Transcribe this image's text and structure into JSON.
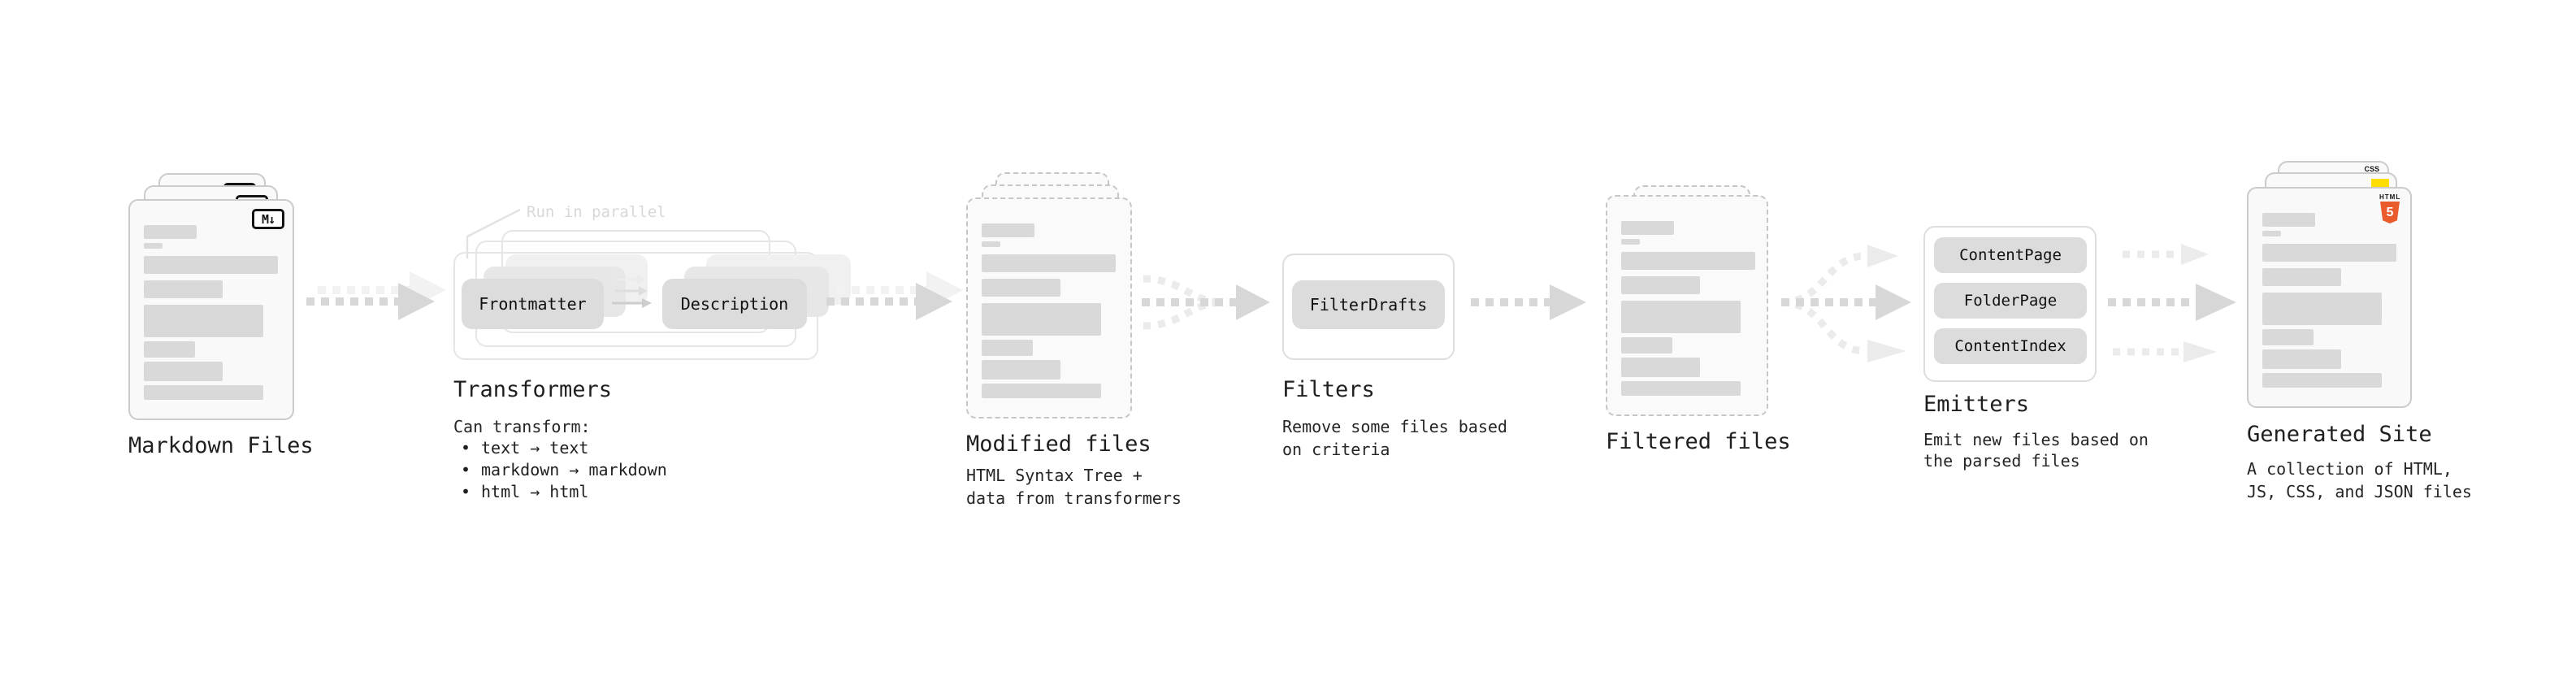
{
  "colors": {
    "ink": "#1f1f1f",
    "bar": "#d9d9d9",
    "card-bg": "#f9f9f9",
    "card-border": "#cbcbcb",
    "dash-border": "#c6c6c6",
    "container-border": "#e5e5e5",
    "box-border": "#dedede",
    "button-bg": "#dcdcdc",
    "arrow": "#d7d7d7",
    "arrow-faint": "#ebebeb",
    "arrow-ghost": "#f2f2f2",
    "annotation": "#d8d8d8",
    "icon-ink": "#141414",
    "html5-orange": "#ea5b2c",
    "js-yellow": "#ffdd00",
    "css-blue": "#2d6fe0"
  },
  "stages": {
    "markdown": {
      "label": "Markdown Files",
      "icon_label": "M↓"
    },
    "transformers": {
      "label": "Transformers",
      "annotation": "Run in parallel",
      "input_button": "Frontmatter",
      "output_button": "Description",
      "note_title": "Can transform:",
      "bullet": "•",
      "bullets": [
        "text → text",
        "markdown → markdown",
        "html → html"
      ]
    },
    "modified": {
      "label": "Modified files",
      "note_lines": [
        "HTML Syntax Tree +",
        "data from transformers"
      ]
    },
    "filters": {
      "label": "Filters",
      "button": "FilterDrafts",
      "note_lines": [
        "Remove some files based",
        "on criteria"
      ]
    },
    "filtered": {
      "label": "Filtered files"
    },
    "emitters": {
      "label": "Emitters",
      "buttons": [
        "ContentPage",
        "FolderPage",
        "ContentIndex"
      ],
      "note_lines": [
        "Emit new files based on",
        "the parsed files"
      ]
    },
    "generated": {
      "label": "Generated Site",
      "css_badge": "CSS",
      "html_badge_word": "HTML",
      "html_badge_number": "5",
      "note_lines": [
        "A collection of HTML,",
        "JS, CSS, and JSON files"
      ]
    }
  }
}
